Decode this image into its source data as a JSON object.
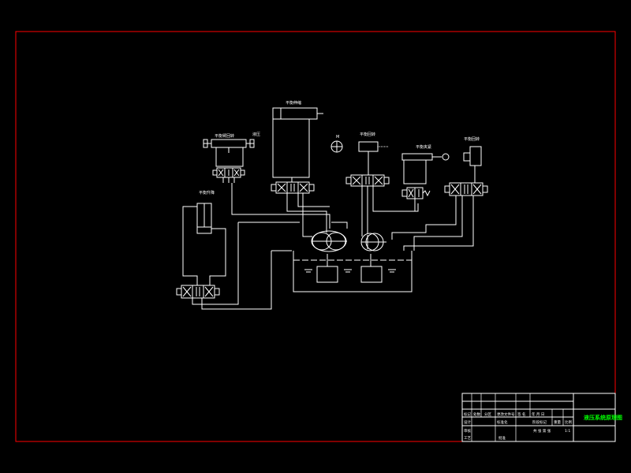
{
  "colors": {
    "background": "#000000",
    "frame": "#ff0000",
    "lines": "#ffffff",
    "title_text": "#00ff00"
  },
  "labels": {
    "left_top_actuator": "平衡臂回转",
    "left_top_note": "液压",
    "left_cylinder": "平衡升降",
    "center_cylinder": "平衡伸缩",
    "center_right_actuator": "平衡回转",
    "right_cylinder": "平衡夹紧",
    "right_motor": "平衡回转",
    "pump_side": "M"
  },
  "title_block": {
    "drawing_title": "液压系统原理图",
    "row1": [
      "标记",
      "处数",
      "分区",
      "更改文件号",
      "签 名",
      "年 月 日"
    ],
    "row2": [
      "设计",
      "",
      "标准化",
      "",
      "阶段标记",
      "重量",
      "比例"
    ],
    "row3": [
      "审核",
      ""
    ],
    "row4": [
      "工艺",
      "",
      "批准",
      "",
      "共 张 第 张"
    ],
    "scale": "1:1"
  }
}
